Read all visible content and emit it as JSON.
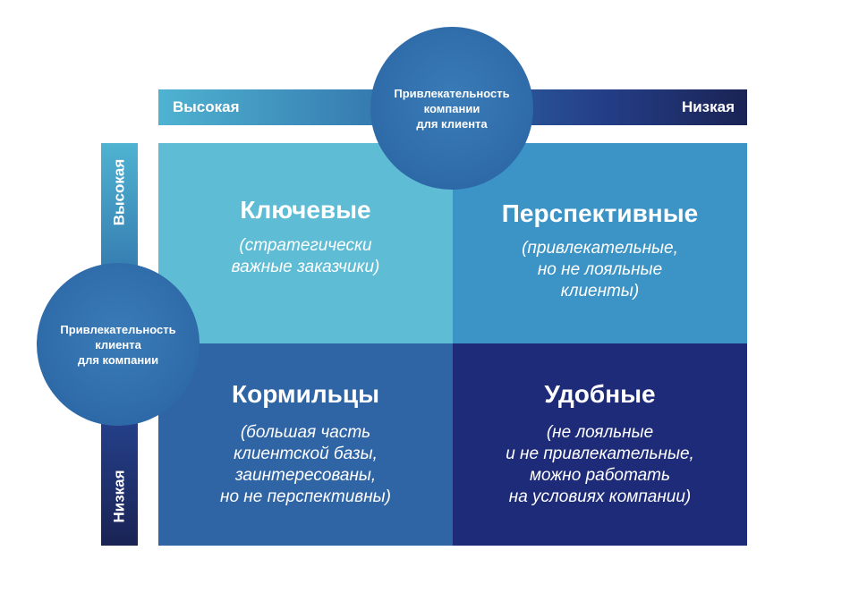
{
  "top_axis": {
    "left_label": "Высокая",
    "right_label": "Низкая",
    "title": "Привлекательность\nкомпании\nдля клиента"
  },
  "left_axis": {
    "top_label": "Высокая",
    "bottom_label": "Низкая",
    "title": "Привлекательность\nклиента\nдля компании"
  },
  "quadrants": {
    "top_left": {
      "title": "Ключевые",
      "description": "(стратегически\nважные заказчики)",
      "color": "#5fbcd5"
    },
    "top_right": {
      "title": "Перспективные",
      "description": "(привлекательные,\nно не лояльные\nклиенты)",
      "color": "#3c93c5"
    },
    "bottom_left": {
      "title": "Кормильцы",
      "description": "(большая часть\nклиентской базы,\nзаинтересованы,\nно не перспективны)",
      "color": "#2f64a5"
    },
    "bottom_right": {
      "title": "Удобные",
      "description": "(не лояльные\nи не привлекательные,\nможно работать\nна условиях компании)",
      "color": "#1e2b78"
    }
  },
  "colors": {
    "circle": "#2e6aa8",
    "gradient_light": "#4fb3d1",
    "gradient_dark": "#1a2354"
  }
}
